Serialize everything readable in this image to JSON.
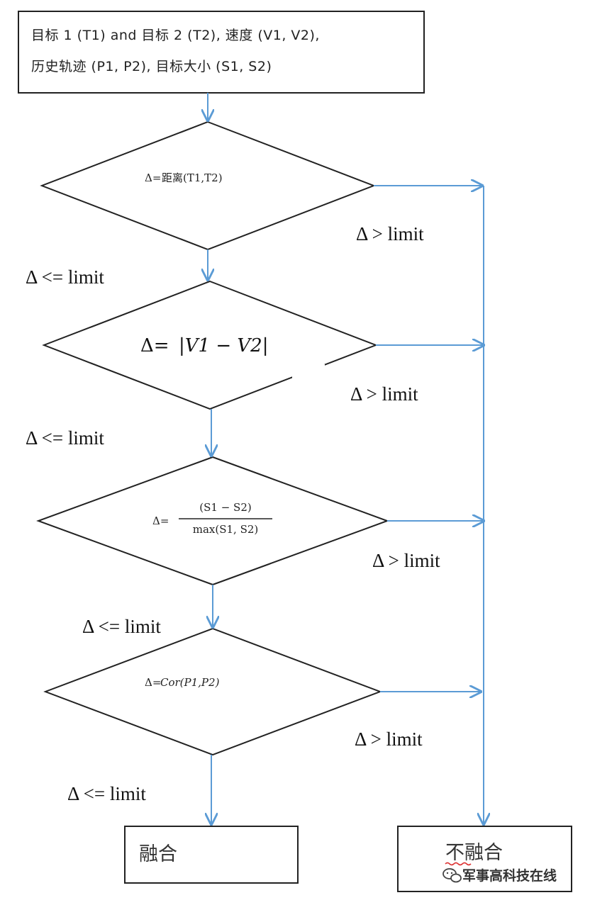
{
  "start_box": {
    "line1": "目标 1 (T1) and 目标 2 (T2), 速度 (V1, V2),",
    "line2": "历史轨迹 (P1, P2), 目标大小 (S1, S2)"
  },
  "decisions": [
    {
      "prefix": "Δ=",
      "expr": "距离(T1,T2)"
    },
    {
      "prefix": "Δ=",
      "expr": "|V1 − V2|"
    },
    {
      "prefix": "Δ=",
      "numerator": "(S1 − S2)",
      "denominator": "max(S1, S2)"
    },
    {
      "prefix": "Δ=",
      "expr": "Cor(P1,P2)"
    }
  ],
  "labels": {
    "yes": "Δ <= limit",
    "no": "Δ > limit"
  },
  "outcomes": {
    "fuse": "融合",
    "no_fuse": "不融合"
  },
  "watermark": {
    "text": "军事高科技在线"
  },
  "colors": {
    "arrow": "#5b9bd5",
    "border": "#222222"
  }
}
